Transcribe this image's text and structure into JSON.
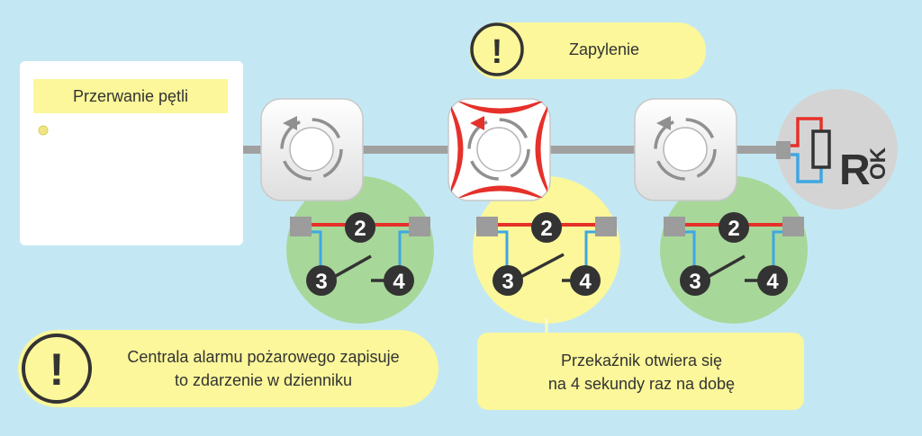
{
  "colors": {
    "background": "#c4e8f3",
    "yellow": "#fbf79a",
    "pale_yellow": "#fdfbbf",
    "green": "#a8d79a",
    "red": "#e6302a",
    "blue": "#3ea7e3",
    "gray_line": "#a0a0a0"
  },
  "panel": {
    "label": "Przerwanie pętli",
    "led": "led-indicator"
  },
  "dust_banner": {
    "icon": "exclamation-icon",
    "label": "Zapylenie"
  },
  "detectors": [
    {
      "id": "detector-1",
      "state": "normal",
      "terminals": [
        "2",
        "3",
        "4"
      ]
    },
    {
      "id": "detector-2",
      "state": "alarm",
      "terminals": [
        "2",
        "3",
        "4"
      ]
    },
    {
      "id": "detector-3",
      "state": "normal",
      "terminals": [
        "2",
        "3",
        "4"
      ]
    }
  ],
  "end_resistor": {
    "letter": "R",
    "subscript": "OK"
  },
  "log_message": {
    "icon": "exclamation-icon",
    "line1": "Centrala alarmu pożarowego zapisuje",
    "line2": "to zdarzenie w dzienniku"
  },
  "relay_message": {
    "line1": "Przekaźnik otwiera się",
    "line2": "na 4 sekundy raz na dobę"
  }
}
